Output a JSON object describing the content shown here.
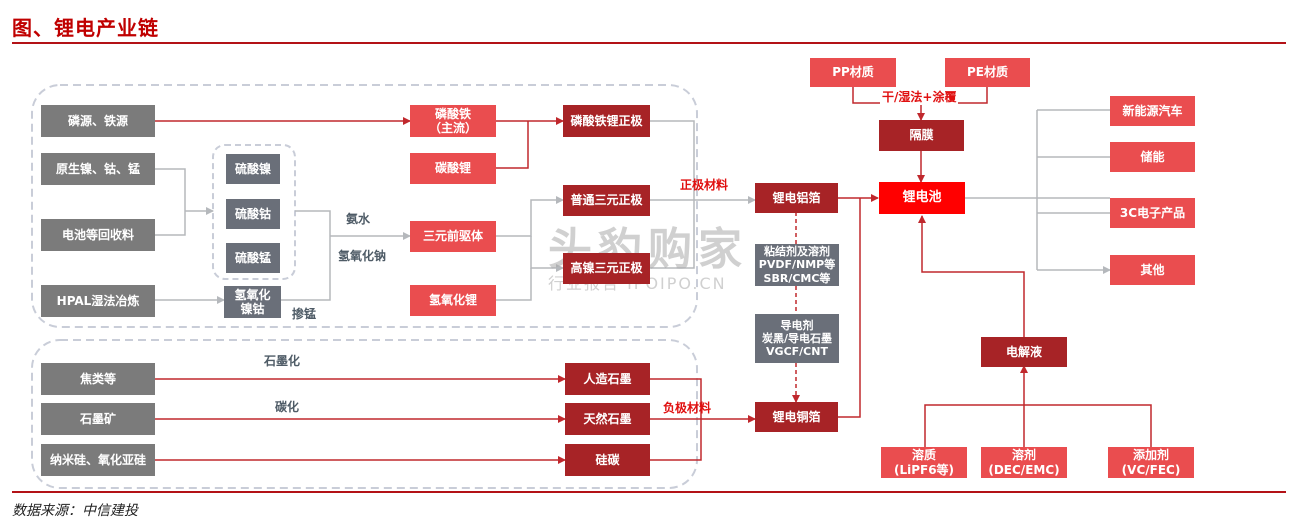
{
  "title": "图、锂电产业链",
  "source": "数据来源：中信建投",
  "watermark": {
    "main": "头豹购家",
    "sub": "行业报告 IPOIPO.CN"
  },
  "labels": {
    "ammonia": "氨水",
    "naoh": "氢氧化钠",
    "mn_dope": "掺锰",
    "graphitization": "石墨化",
    "carbonization": "碳化",
    "cathode_material": "正极材料",
    "anode_material": "负极材料",
    "process": "干/湿法+涂覆"
  },
  "nodes": {
    "phosphorus_iron": "磷源、铁源",
    "raw_nickel": "原生镍、钴、锰",
    "battery_recycle": "电池等回收料",
    "hpal": "HPAL湿法冶炼",
    "nickel_sulfate": "硫酸镍",
    "cobalt_sulfate": "硫酸钴",
    "manganese_sulfate": "硫酸锰",
    "nico_hydroxide": "氢氧化\n镍钴",
    "iron_phosphate": "磷酸铁\n（主流）",
    "lithium_carbonate": "碳酸锂",
    "ternary_precursor": "三元前驱体",
    "lithium_hydroxide": "氢氧化锂",
    "lfp_cathode": "磷酸铁锂正极",
    "ternary_cathode": "普通三元正极",
    "high_ni_cathode": "高镍三元正极",
    "coke": "焦类等",
    "graphite_ore": "石墨矿",
    "nano_si": "纳米硅、氧化亚硅",
    "artificial_graphite": "人造石墨",
    "natural_graphite": "天然石墨",
    "si_carbon": "硅碳",
    "al_foil": "锂电铝箔",
    "binder": "粘结剂及溶剂\nPVDF/NMP等\nSBR/CMC等",
    "conductive": "导电剂\n炭黑/导电石墨\nVGCF/CNT",
    "cu_foil": "锂电铜箔",
    "pp": "PP材质",
    "pe": "PE材质",
    "separator": "隔膜",
    "battery": "锂电池",
    "electrolyte": "电解液",
    "solute": "溶质\n(LiPF6等)",
    "solvent": "溶剂\n(DEC/EMC)",
    "additive": "添加剂\n(VC/FEC)",
    "ev": "新能源汽车",
    "storage": "储能",
    "electronics": "3C电子产品",
    "others": "其他"
  },
  "colors": {
    "title": "#c00000",
    "raw_box": "#7b7b7b",
    "intermediate_box": "#6a6f79",
    "red_box": "#ea4d4f",
    "dark_red_box": "#a72326",
    "battery_box": "#ff0000",
    "red_arrow": "#c0282d",
    "grey_arrow": "#b5b8bc",
    "group_border": "#c9cdd8"
  }
}
